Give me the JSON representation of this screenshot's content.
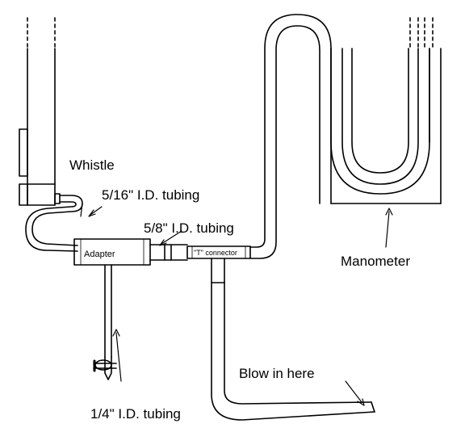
{
  "labels": {
    "whistle": "Whistle",
    "tubing_5_16": "5/16\" I.D. tubing",
    "tubing_5_8": "5/8\" I.D. tubing",
    "adapter": "Adapter",
    "t_connector": "\"T\" connector",
    "manometer": "Manometer",
    "blow_in_here": "Blow in here",
    "tubing_1_4": "1/4\" I.D. tubing"
  }
}
